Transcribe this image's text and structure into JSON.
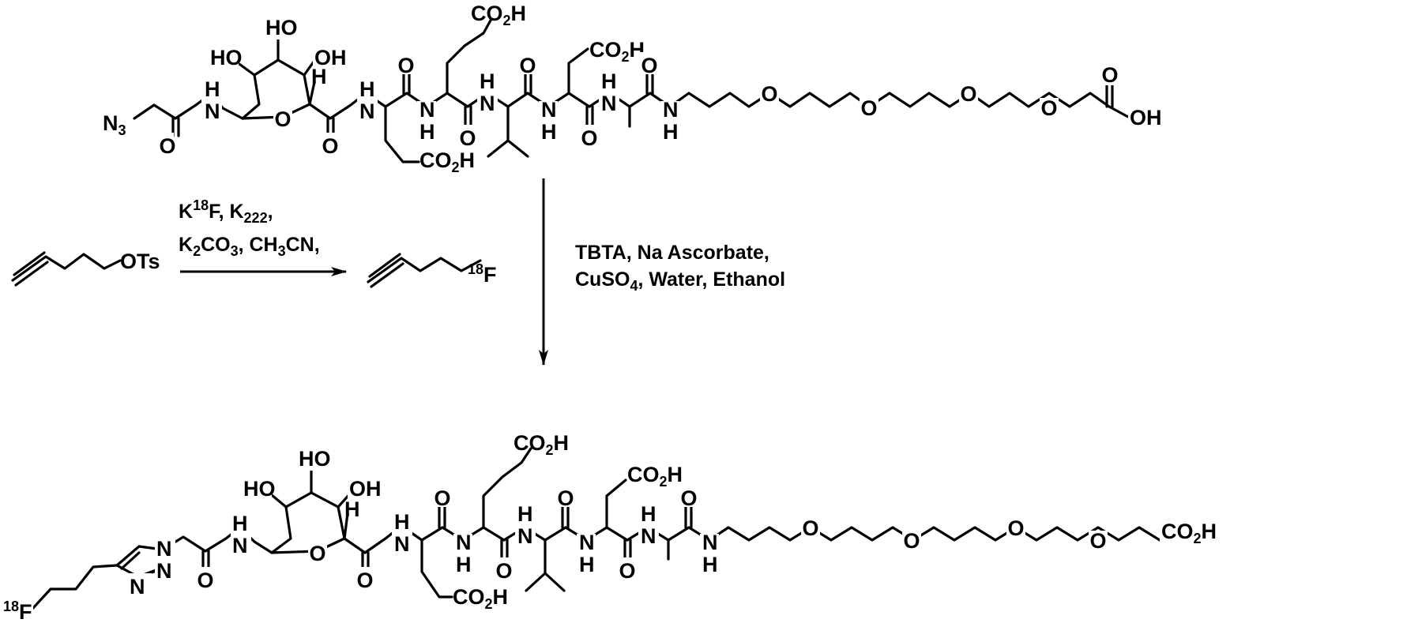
{
  "figure": {
    "background": "#ffffff",
    "ink": "#000000",
    "top_molecule": {
      "azide": [
        "N",
        "3"
      ],
      "hydroxyls": [
        "HO",
        "HO",
        "OH"
      ],
      "h_atom": "H",
      "amide_nh": [
        "H",
        "N",
        "H",
        "N",
        "N",
        "H",
        "H",
        "N",
        "N",
        "H",
        "H",
        "N",
        "N",
        "H"
      ],
      "carbonyl_o": [
        "O",
        "O",
        "O",
        "O",
        "O",
        "O",
        "O",
        "O"
      ],
      "ring_o": "O",
      "ether_o": [
        "O",
        "O",
        "O",
        "O"
      ],
      "acid_side": [
        "CO",
        "2",
        "H"
      ],
      "acid_end": [
        "O",
        "OH"
      ]
    },
    "step1": {
      "reactant_leaving_group": "OTs",
      "reagents": [
        {
          "pre": "K",
          "sup": "18",
          "post": "F, K",
          "sub": "222",
          "end": ","
        },
        {
          "pre": "K",
          "sub": "2",
          "mid": "CO",
          "sub2": "3",
          "post": ", CH",
          "sub3": "3",
          "end": "CN,"
        }
      ],
      "product_isotope": "18",
      "product_atom": "F"
    },
    "step2": {
      "line1": "TBTA, Na Ascorbate,",
      "line2_pre": "CuSO",
      "line2_sub": "4",
      "line2_post": ", Water, Ethanol"
    },
    "bottom_molecule": {
      "isotope": "18",
      "fluorine": "F",
      "triazole_n": [
        "N",
        "N",
        "N"
      ],
      "terminal": [
        "CO",
        "2",
        "H"
      ]
    }
  }
}
